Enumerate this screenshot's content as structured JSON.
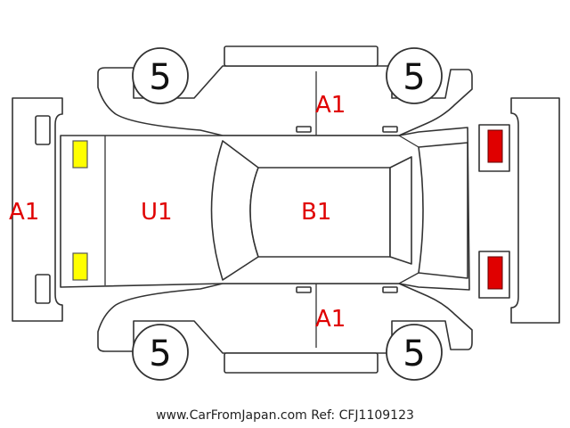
{
  "diagram": {
    "damage_codes": {
      "front_bumper": "A1",
      "hood": "U1",
      "roof": "B1",
      "left_side": "A1",
      "right_side": "A1"
    },
    "tires": {
      "front_left": "5",
      "rear_left": "5",
      "front_right": "5",
      "rear_right": "5"
    },
    "colors": {
      "damage_text": "#e00000",
      "headlight": "#ffff00",
      "taillight": "#e00000"
    }
  },
  "footer": {
    "credit": "www.CarFromJapan.com Ref: CFJ1109123"
  }
}
